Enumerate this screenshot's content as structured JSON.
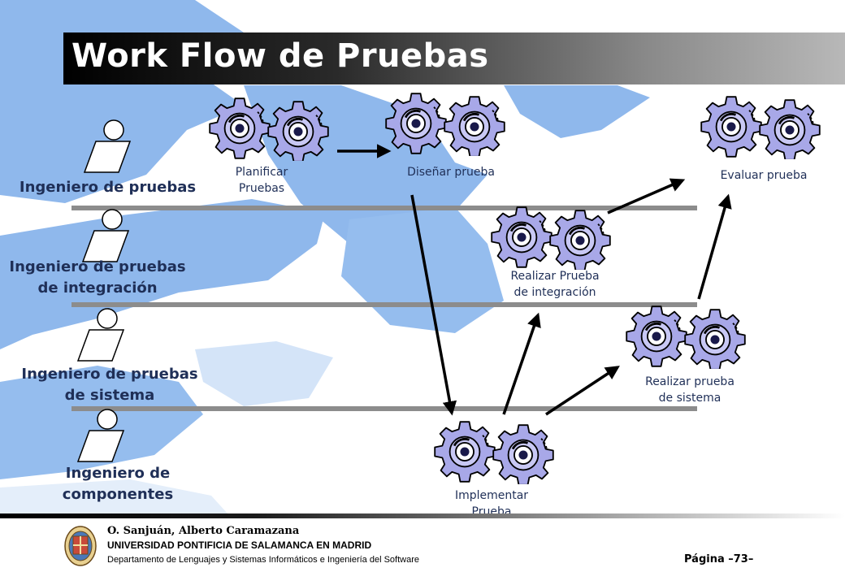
{
  "title": "Work Flow de Pruebas",
  "roles": [
    "Ingeniero de pruebas",
    "Ingeniero de pruebas\nde integración",
    "Ingeniero de pruebas\nde sistema",
    "Ingeniero de\ncomponentes"
  ],
  "activities": {
    "planificar": "Planificar\nPruebas",
    "disenar": "Diseñar prueba",
    "evaluar": "Evaluar prueba",
    "integracion": "Realizar Prueba\nde integración",
    "sistema": "Realizar prueba\nde sistema",
    "implementar": "Implementar\nPrueba"
  },
  "footer": {
    "author": "O. Sanjuán, Alberto Caramazana",
    "university": "UNIVERSIDAD PONTIFICIA DE SALAMANCA EN MADRID",
    "department": "Departamento de Lenguajes  y Sistemas Informáticos e Ingeniería del Software",
    "page": "Página   –73–"
  },
  "colors": {
    "gear": "#a8a8e8",
    "role_text": "#1f2f57",
    "map_blue": "#8fb8ec",
    "lane_line": "#8c8c8c"
  }
}
